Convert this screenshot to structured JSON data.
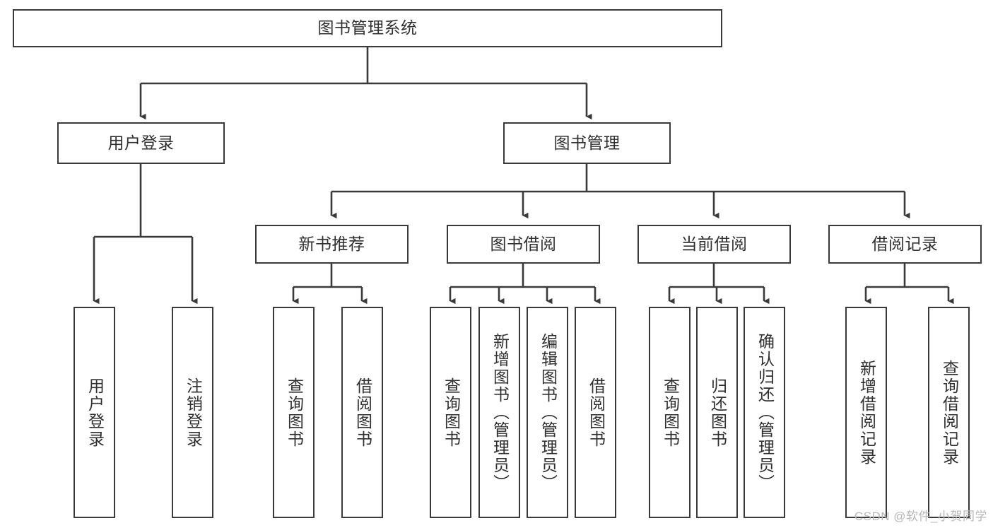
{
  "diagram": {
    "title": "图书管理系统",
    "type": "tree-hierarchy-chart",
    "watermark": "CSDN @软件_小贺同学",
    "colors": {
      "stroke": "#3a3a3a",
      "box_fill": "#ffffff",
      "text": "#303030",
      "background": "#ffffff",
      "watermark": "#b7b7b7"
    },
    "nodes": {
      "root": {
        "label": "图书管理系统"
      },
      "level2": [
        {
          "id": "user-login",
          "label": "用户登录"
        },
        {
          "id": "book-manage",
          "label": "图书管理"
        }
      ],
      "level3": [
        {
          "id": "new-book-recommend",
          "label": "新书推荐"
        },
        {
          "id": "book-borrow",
          "label": "图书借阅"
        },
        {
          "id": "current-borrow",
          "label": "当前借阅"
        },
        {
          "id": "borrow-record",
          "label": "借阅记录"
        }
      ],
      "leaves": {
        "user_login": [
          {
            "id": "leaf-user-login",
            "label": "用户登录"
          },
          {
            "id": "leaf-logout-login",
            "label": "注销登录"
          }
        ],
        "new_book_recommend": [
          {
            "id": "leaf-query-book-1",
            "label": "查询图书"
          },
          {
            "id": "leaf-borrow-book-1",
            "label": "借阅图书"
          }
        ],
        "book_borrow": [
          {
            "id": "leaf-query-book-2",
            "label": "查询图书"
          },
          {
            "id": "leaf-add-book",
            "label": "新增图书（管理员）"
          },
          {
            "id": "leaf-edit-book",
            "label": "编辑图书（管理员）"
          },
          {
            "id": "leaf-borrow-book-2",
            "label": "借阅图书"
          }
        ],
        "current_borrow": [
          {
            "id": "leaf-query-book-3",
            "label": "查询图书"
          },
          {
            "id": "leaf-return-book",
            "label": "归还图书"
          },
          {
            "id": "leaf-confirm-return",
            "label": "确认归还（管理员）"
          }
        ],
        "borrow_record": [
          {
            "id": "leaf-add-record",
            "label": "新增借阅记录"
          },
          {
            "id": "leaf-query-record",
            "label": "查询借阅记录"
          }
        ]
      }
    }
  }
}
